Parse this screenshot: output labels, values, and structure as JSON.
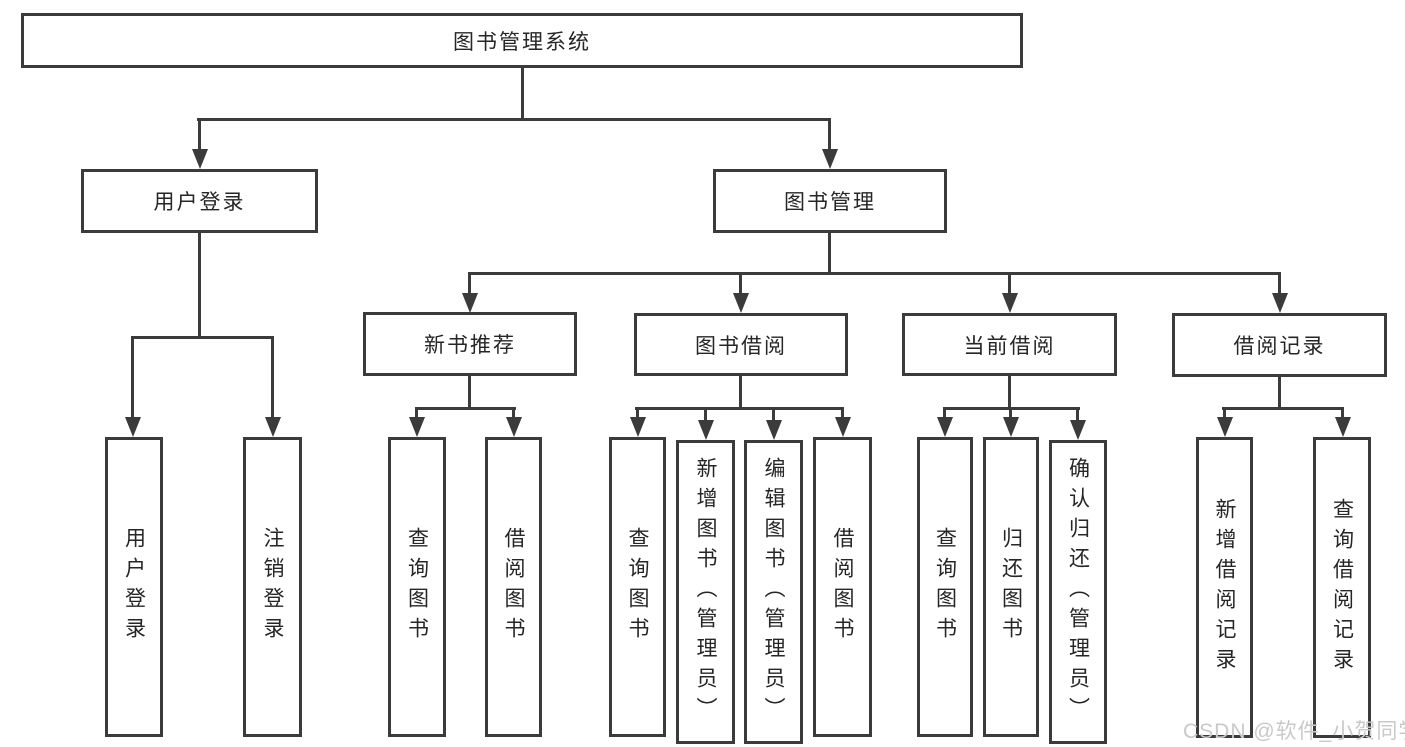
{
  "diagram_type": "hierarchy-tree",
  "colors": {
    "line": "#3b3b3b",
    "text": "#262626",
    "box_background": "#ffffff",
    "page_background": "#ffffff",
    "watermark": "#c9c9c9"
  },
  "tree": {
    "label": "图书管理系统",
    "children": [
      {
        "label": "用户登录",
        "children": [
          {
            "label": "用户登录"
          },
          {
            "label": "注销登录"
          }
        ]
      },
      {
        "label": "图书管理",
        "children": [
          {
            "label": "新书推荐",
            "children": [
              {
                "label": "查询图书"
              },
              {
                "label": "借阅图书"
              }
            ]
          },
          {
            "label": "图书借阅",
            "children": [
              {
                "label": "查询图书"
              },
              {
                "label": "新增图书（管理员）"
              },
              {
                "label": "编辑图书（管理员）"
              },
              {
                "label": "借阅图书"
              }
            ]
          },
          {
            "label": "当前借阅",
            "children": [
              {
                "label": "查询图书"
              },
              {
                "label": "归还图书"
              },
              {
                "label": "确认归还（管理员）"
              }
            ]
          },
          {
            "label": "借阅记录",
            "children": [
              {
                "label": "新增借阅记录"
              },
              {
                "label": "查询借阅记录"
              }
            ]
          }
        ]
      }
    ]
  },
  "watermark": {
    "text": "CSDN @软件_小贺同学"
  }
}
